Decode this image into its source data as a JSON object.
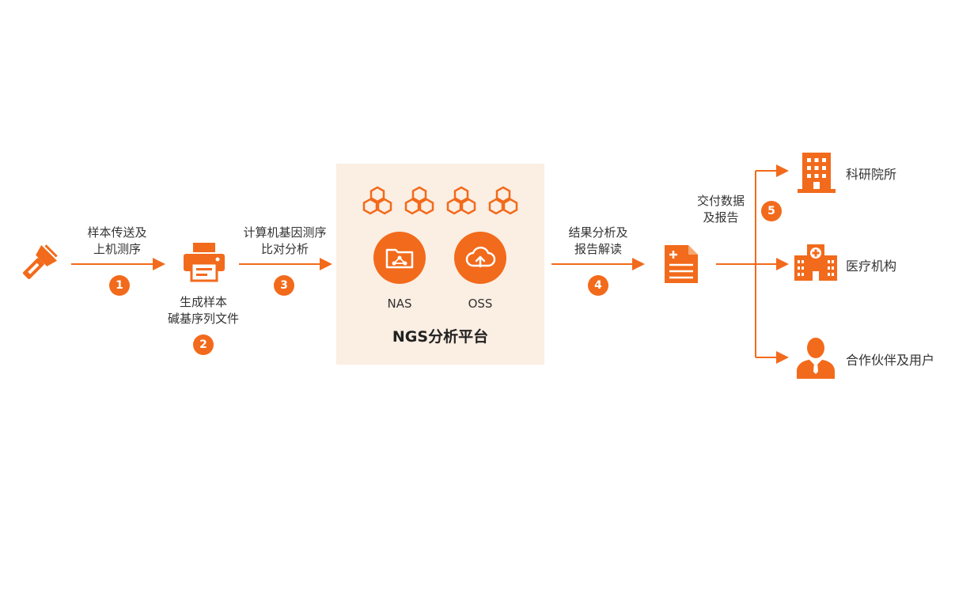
{
  "colors": {
    "accent": "#f26a1b",
    "platform_bg": "#fbeee3",
    "text": "#333333"
  },
  "steps": [
    {
      "number": "1",
      "label_line1": "样本传送及",
      "label_line2": "上机测序"
    },
    {
      "number": "2",
      "label_line1": "生成样本",
      "label_line2": "碱基序列文件"
    },
    {
      "number": "3",
      "label_line1": "计算机基因测序",
      "label_line2": "比对分析"
    },
    {
      "number": "4",
      "label_line1": "结果分析及",
      "label_line2": "报告解读"
    },
    {
      "number": "5",
      "label_line1": "交付数据",
      "label_line2": "及报告"
    }
  ],
  "platform": {
    "title": "NGS分析平台",
    "storage": [
      {
        "name": "NAS",
        "icon": "folder-network-icon"
      },
      {
        "name": "OSS",
        "icon": "cloud-upload-icon"
      }
    ],
    "cluster_icon": "hexagon-cluster-icon"
  },
  "icons": {
    "sample": "flashlight-sample-icon",
    "sequencer": "printer-icon",
    "report": "document-icon"
  },
  "destinations": [
    {
      "label": "科研院所",
      "icon": "office-building-icon"
    },
    {
      "label": "医疗机构",
      "icon": "hospital-icon"
    },
    {
      "label": "合作伙伴及用户",
      "icon": "user-icon"
    }
  ]
}
